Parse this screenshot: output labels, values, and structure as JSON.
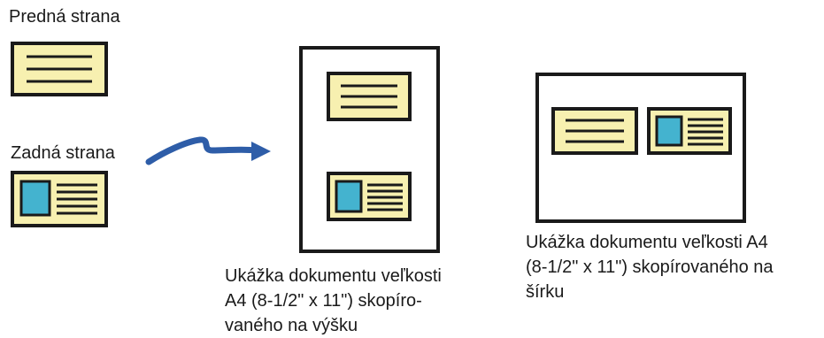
{
  "labels": {
    "front": "Predná strana",
    "back": "Zadná strana"
  },
  "captions": {
    "portrait": "Ukážka dokumentu veľkosti\nA4 (8-1/2\" x 11\") skopíro-\nvaného na výšku",
    "landscape": "Ukážka dokumentu veľkosti A4\n(8-1/2\" x 11\") skopírovaného na\nšírku"
  },
  "colors": {
    "card_fill": "#f7f0b0",
    "outline": "#1a1a1a",
    "photo": "#44b3cf",
    "arrow": "#2e5da8"
  }
}
